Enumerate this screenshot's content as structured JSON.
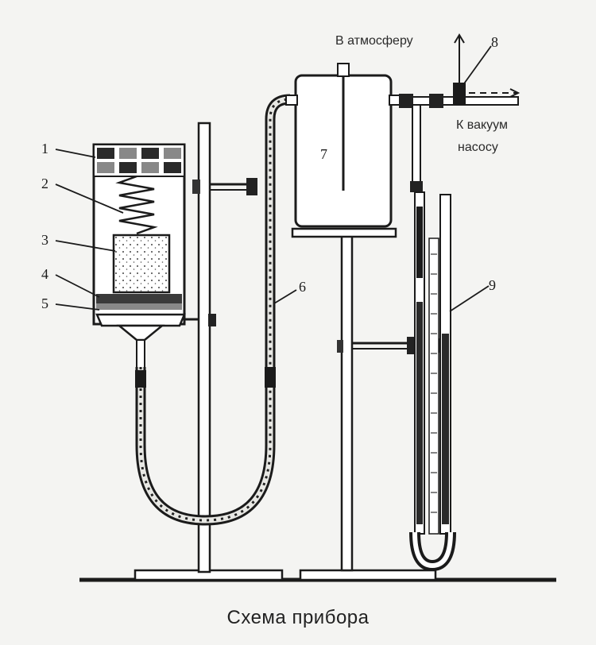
{
  "labels": {
    "n1": "1",
    "n2": "2",
    "n3": "3",
    "n4": "4",
    "n5": "5",
    "n6": "6",
    "n7": "7",
    "n8": "8",
    "n9": "9",
    "atmosphere": "В атмосферу",
    "vacuum_line1": "К вакуум",
    "vacuum_line2": "насосу"
  },
  "caption": "Схема прибора",
  "colors": {
    "ink": "#1b1b1b",
    "paper": "#f4f4f2",
    "porous": "#d9d9d4"
  }
}
